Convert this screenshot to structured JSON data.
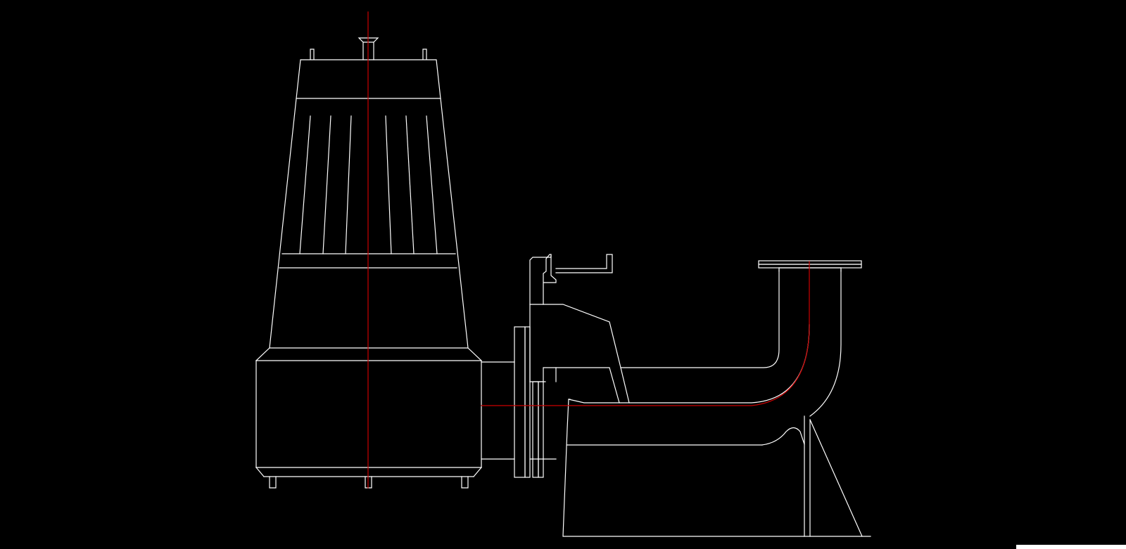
{
  "drawing": {
    "kind": "submersible pump assembly – side elevation (CAD line drawing)",
    "background_color": "#000000",
    "outline_color": "#ffffff",
    "centerline_color": "#cc0000"
  },
  "components": [
    "lifting-eye",
    "motor-top-cover",
    "cooling-fins",
    "motor-housing",
    "pump-casing",
    "support-feet",
    "discharge-flange",
    "guide-rail-bracket",
    "coupling-hook",
    "discharge-elbow",
    "outlet-flange",
    "base-stand",
    "vertical-centerline",
    "horizontal-centerline"
  ]
}
